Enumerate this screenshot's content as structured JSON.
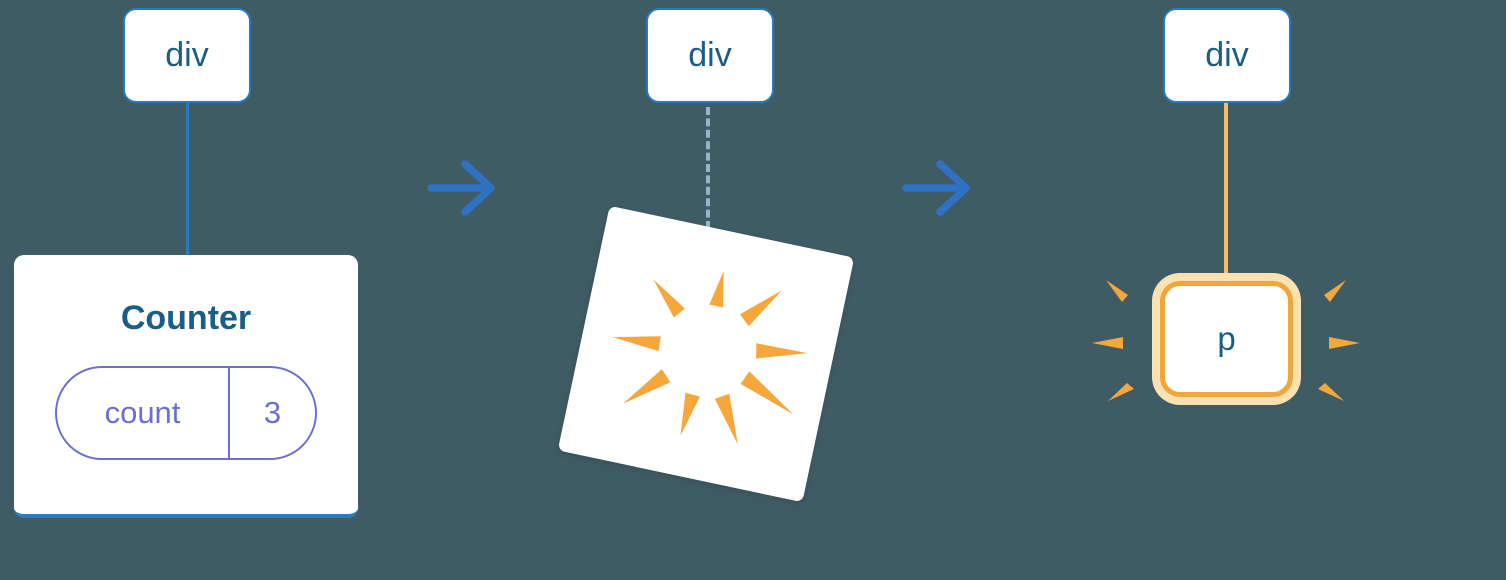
{
  "colors": {
    "background": "#3F5B63",
    "node_border_blue": "#2B7ABF",
    "node_text_blue": "#1A5D87",
    "arrow_blue": "#2F72C4",
    "dashed_connector_gray": "#97B4C8",
    "state_pill_purple": "#6E6ED2",
    "burst_orange": "#F5A73B",
    "glow_orange_border": "#F0A63B",
    "glow_orange_halo": "#FBE2B0",
    "connector_orange": "#F6BC66"
  },
  "steps": [
    {
      "root_label": "div",
      "component": {
        "title": "Counter",
        "state": {
          "key": "count",
          "value": "3"
        }
      }
    },
    {
      "root_label": "div"
    },
    {
      "root_label": "div",
      "element_label": "p"
    }
  ]
}
